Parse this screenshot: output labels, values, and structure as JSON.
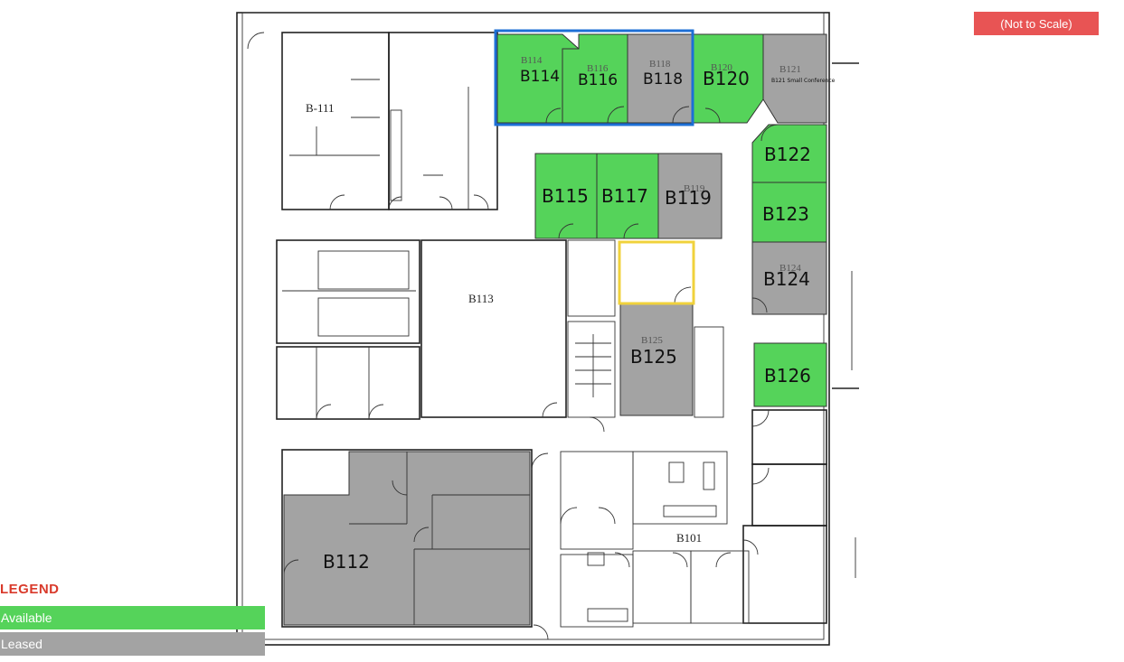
{
  "scale_note": "(Not to Scale)",
  "legend": {
    "title": "LEGEND",
    "items": [
      {
        "label": "Available",
        "status": "available"
      },
      {
        "label": "Leased",
        "status": "leased"
      }
    ]
  },
  "colors": {
    "available": "#55d35a",
    "leased": "#a3a3a3",
    "badge": "#e85454",
    "legend_title": "#d93a2b",
    "selection_blue": "#1d6fd6",
    "selection_yellow": "#f0d23c"
  },
  "rooms": [
    {
      "id": "B114",
      "label": "B114",
      "status": "available"
    },
    {
      "id": "B116",
      "label": "B116",
      "status": "available"
    },
    {
      "id": "B118",
      "label": "B118",
      "status": "leased"
    },
    {
      "id": "B120",
      "label": "B120",
      "status": "available"
    },
    {
      "id": "B121",
      "label": "B121 Small Conference",
      "status": "leased"
    },
    {
      "id": "B115",
      "label": "B115",
      "status": "available"
    },
    {
      "id": "B117",
      "label": "B117",
      "status": "available"
    },
    {
      "id": "B119",
      "label": "B119",
      "status": "leased"
    },
    {
      "id": "B122",
      "label": "B122",
      "status": "available"
    },
    {
      "id": "B123",
      "label": "B123",
      "status": "available"
    },
    {
      "id": "B124",
      "label": "B124",
      "status": "leased"
    },
    {
      "id": "B125",
      "label": "B125",
      "status": "leased"
    },
    {
      "id": "B126",
      "label": "B126",
      "status": "available"
    },
    {
      "id": "B112",
      "label": "B112",
      "status": "leased"
    }
  ],
  "plan_labels": {
    "b111": "B-111",
    "b113": "B113",
    "b101": "B101",
    "b121_code": "B121"
  },
  "ghost_labels": {
    "b114": "B114",
    "b116": "B116",
    "b118": "B118",
    "b120": "B120",
    "b119": "B119",
    "b124": "B124",
    "b125": "B125"
  }
}
